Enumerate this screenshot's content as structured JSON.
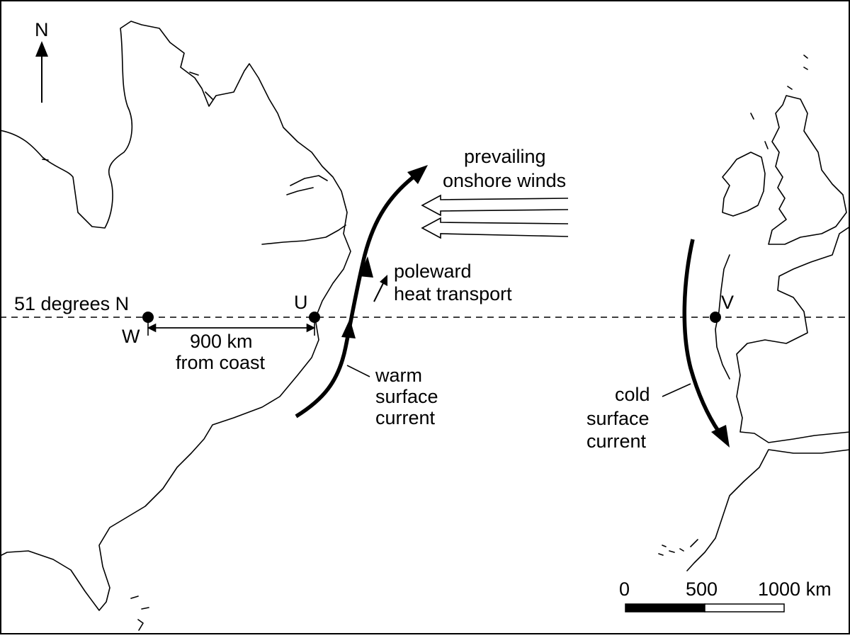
{
  "compass": {
    "label": "N"
  },
  "latitude_line": {
    "label": "51 degrees N"
  },
  "points": {
    "w": "W",
    "u": "U",
    "v": "V"
  },
  "distance": {
    "line1": "900 km",
    "line2": "from coast"
  },
  "winds": {
    "line1": "prevailing",
    "line2": "onshore winds"
  },
  "heat": {
    "line1": "poleward",
    "line2": "heat transport"
  },
  "warm_current": {
    "line1": "warm",
    "line2": "surface",
    "line3": "current"
  },
  "cold_current": {
    "line1": "cold",
    "line2": "surface",
    "line3": "current"
  },
  "scale_bar": {
    "tick_0": "0",
    "tick_500": "500",
    "tick_1000": "1000 km"
  },
  "colors": {
    "ink": "#000000",
    "paper": "#ffffff"
  }
}
